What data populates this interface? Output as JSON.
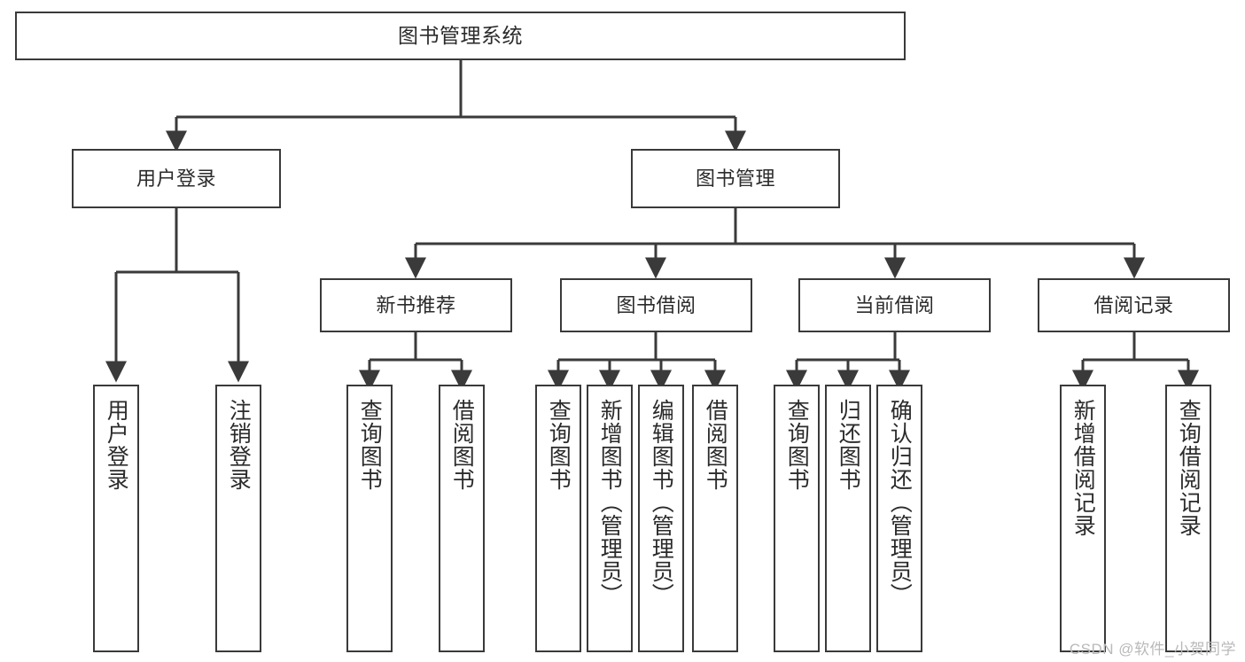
{
  "diagram": {
    "title": "图书管理系统",
    "watermark": "CSDN @软件_小贺同学",
    "line_color": "#3a3a3a",
    "text_color": "#2b2b2b",
    "background": "#ffffff",
    "root": {
      "label": "图书管理系统"
    },
    "level2": [
      {
        "label": "用户登录"
      },
      {
        "label": "图书管理"
      }
    ],
    "level3": [
      {
        "label": "新书推荐"
      },
      {
        "label": "图书借阅"
      },
      {
        "label": "当前借阅"
      },
      {
        "label": "借阅记录"
      }
    ],
    "leaves": [
      {
        "label": "用户登录"
      },
      {
        "label": "注销登录"
      },
      {
        "label": "查询图书"
      },
      {
        "label": "借阅图书"
      },
      {
        "label": "查询图书"
      },
      {
        "label": "新增图书（管理员）"
      },
      {
        "label": "编辑图书（管理员）"
      },
      {
        "label": "借阅图书"
      },
      {
        "label": "查询图书"
      },
      {
        "label": "归还图书"
      },
      {
        "label": "确认归还（管理员）"
      },
      {
        "label": "新增借阅记录"
      },
      {
        "label": "查询借阅记录"
      }
    ]
  }
}
